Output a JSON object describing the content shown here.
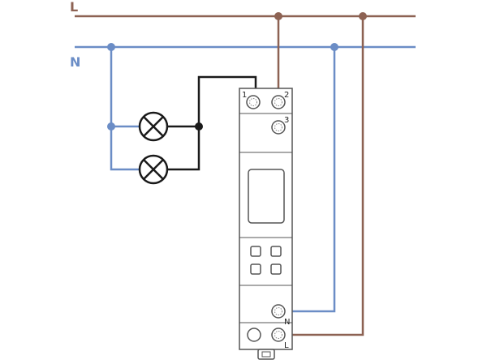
{
  "colors": {
    "live": "#8d6253",
    "neutral": "#6b8dc6",
    "switched": "#1a1a1a",
    "device_outline": "#555555"
  },
  "lines": {
    "live_label": "L",
    "neutral_label": "N"
  },
  "device": {
    "terminal_1": "1",
    "terminal_2": "2",
    "terminal_3": "3",
    "terminal_n": "N",
    "terminal_l": "L"
  }
}
